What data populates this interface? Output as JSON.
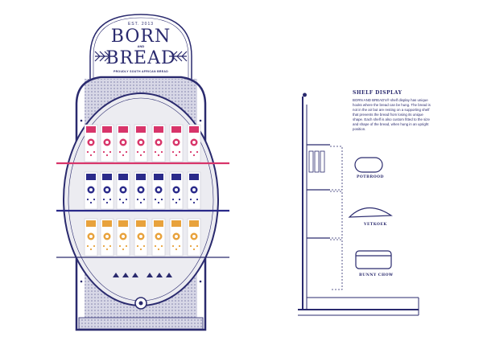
{
  "brand": {
    "established": "EST. 2013",
    "name_line1": "BORN",
    "name_and": "AND",
    "name_line2": "BREAD",
    "tagline": "PROUDLY SOUTH AFRICAN BREAD"
  },
  "shelf_info": {
    "title": "SHELF DISPLAY",
    "body": "BORN AND BREAD's® shelf display has unique hooks where the bread can be hung. The bread is not in the air but are resting on a supporting shelf that prevents the bread from losing its unique shape. Each shelf is also custom fitted to the size and shape of the bread, when hung in an upright position."
  },
  "bread_types": [
    {
      "label": "POTBROOD"
    },
    {
      "label": "VETKOEK"
    },
    {
      "label": "BUNNY CHOW"
    }
  ],
  "colors": {
    "navy": "#2a2a6e",
    "shelf_top": "#d8356a",
    "shelf_mid": "#2a2a8a",
    "shelf_bot": "#e8a23c",
    "case_fill": "#e9e9ee"
  }
}
